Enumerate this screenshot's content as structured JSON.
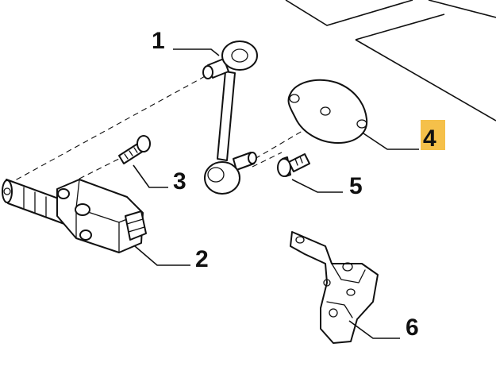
{
  "callouts": [
    {
      "id": "1",
      "label": "1",
      "part": "link-rod",
      "highlighted": false
    },
    {
      "id": "2",
      "label": "2",
      "part": "level-sensor",
      "highlighted": false
    },
    {
      "id": "3",
      "label": "3",
      "part": "screw",
      "highlighted": false
    },
    {
      "id": "4",
      "label": "4",
      "part": "gasket-plate",
      "highlighted": true
    },
    {
      "id": "5",
      "label": "5",
      "part": "bolt",
      "highlighted": false
    },
    {
      "id": "6",
      "label": "6",
      "part": "bracket",
      "highlighted": false
    }
  ],
  "colors": {
    "highlight": "#f5c04a",
    "ink": "#111111",
    "background": "#ffffff"
  }
}
